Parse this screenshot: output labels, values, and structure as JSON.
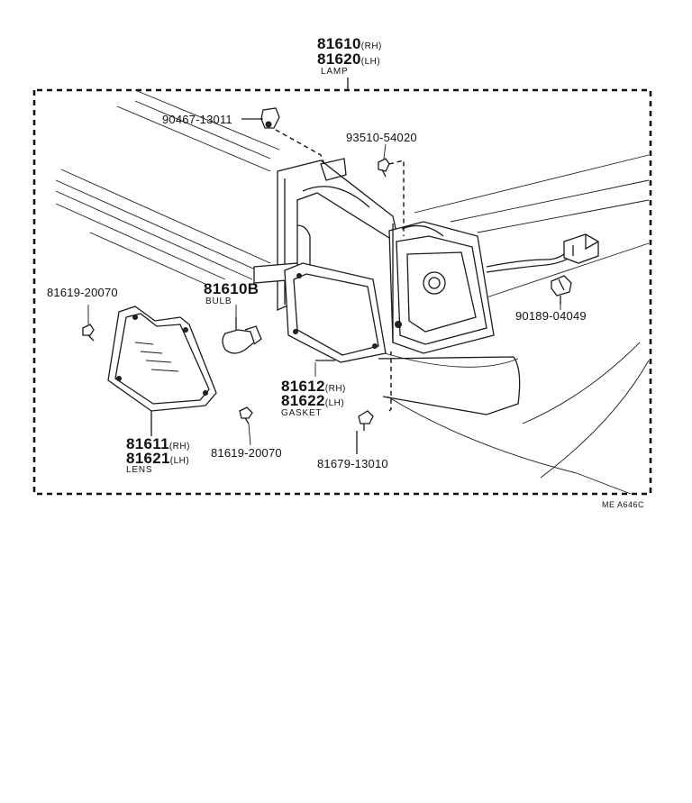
{
  "lamp": {
    "rh_number": "81610",
    "rh_suffix": "(RH)",
    "lh_number": "81620",
    "lh_suffix": "(LH)",
    "name": "LAMP"
  },
  "clip_part": "90467-13011",
  "screw_part_top": "93510-54020",
  "screw_part_left": "81619-20070",
  "bulb": {
    "number": "81610B",
    "name": "BULB"
  },
  "grommet_part": "90189-04049",
  "gasket": {
    "rh_number": "81612",
    "rh_suffix": "(RH)",
    "lh_number": "81622",
    "lh_suffix": "(LH)",
    "name": "GASKET"
  },
  "lens": {
    "rh_number": "81611",
    "rh_suffix": "(RH)",
    "lh_number": "81621",
    "lh_suffix": "(LH)",
    "name": "LENS"
  },
  "screw_part_bottom": "81619-20070",
  "screw_part_gasket": "81679-13010",
  "diagram_ref": "ME  A646C"
}
